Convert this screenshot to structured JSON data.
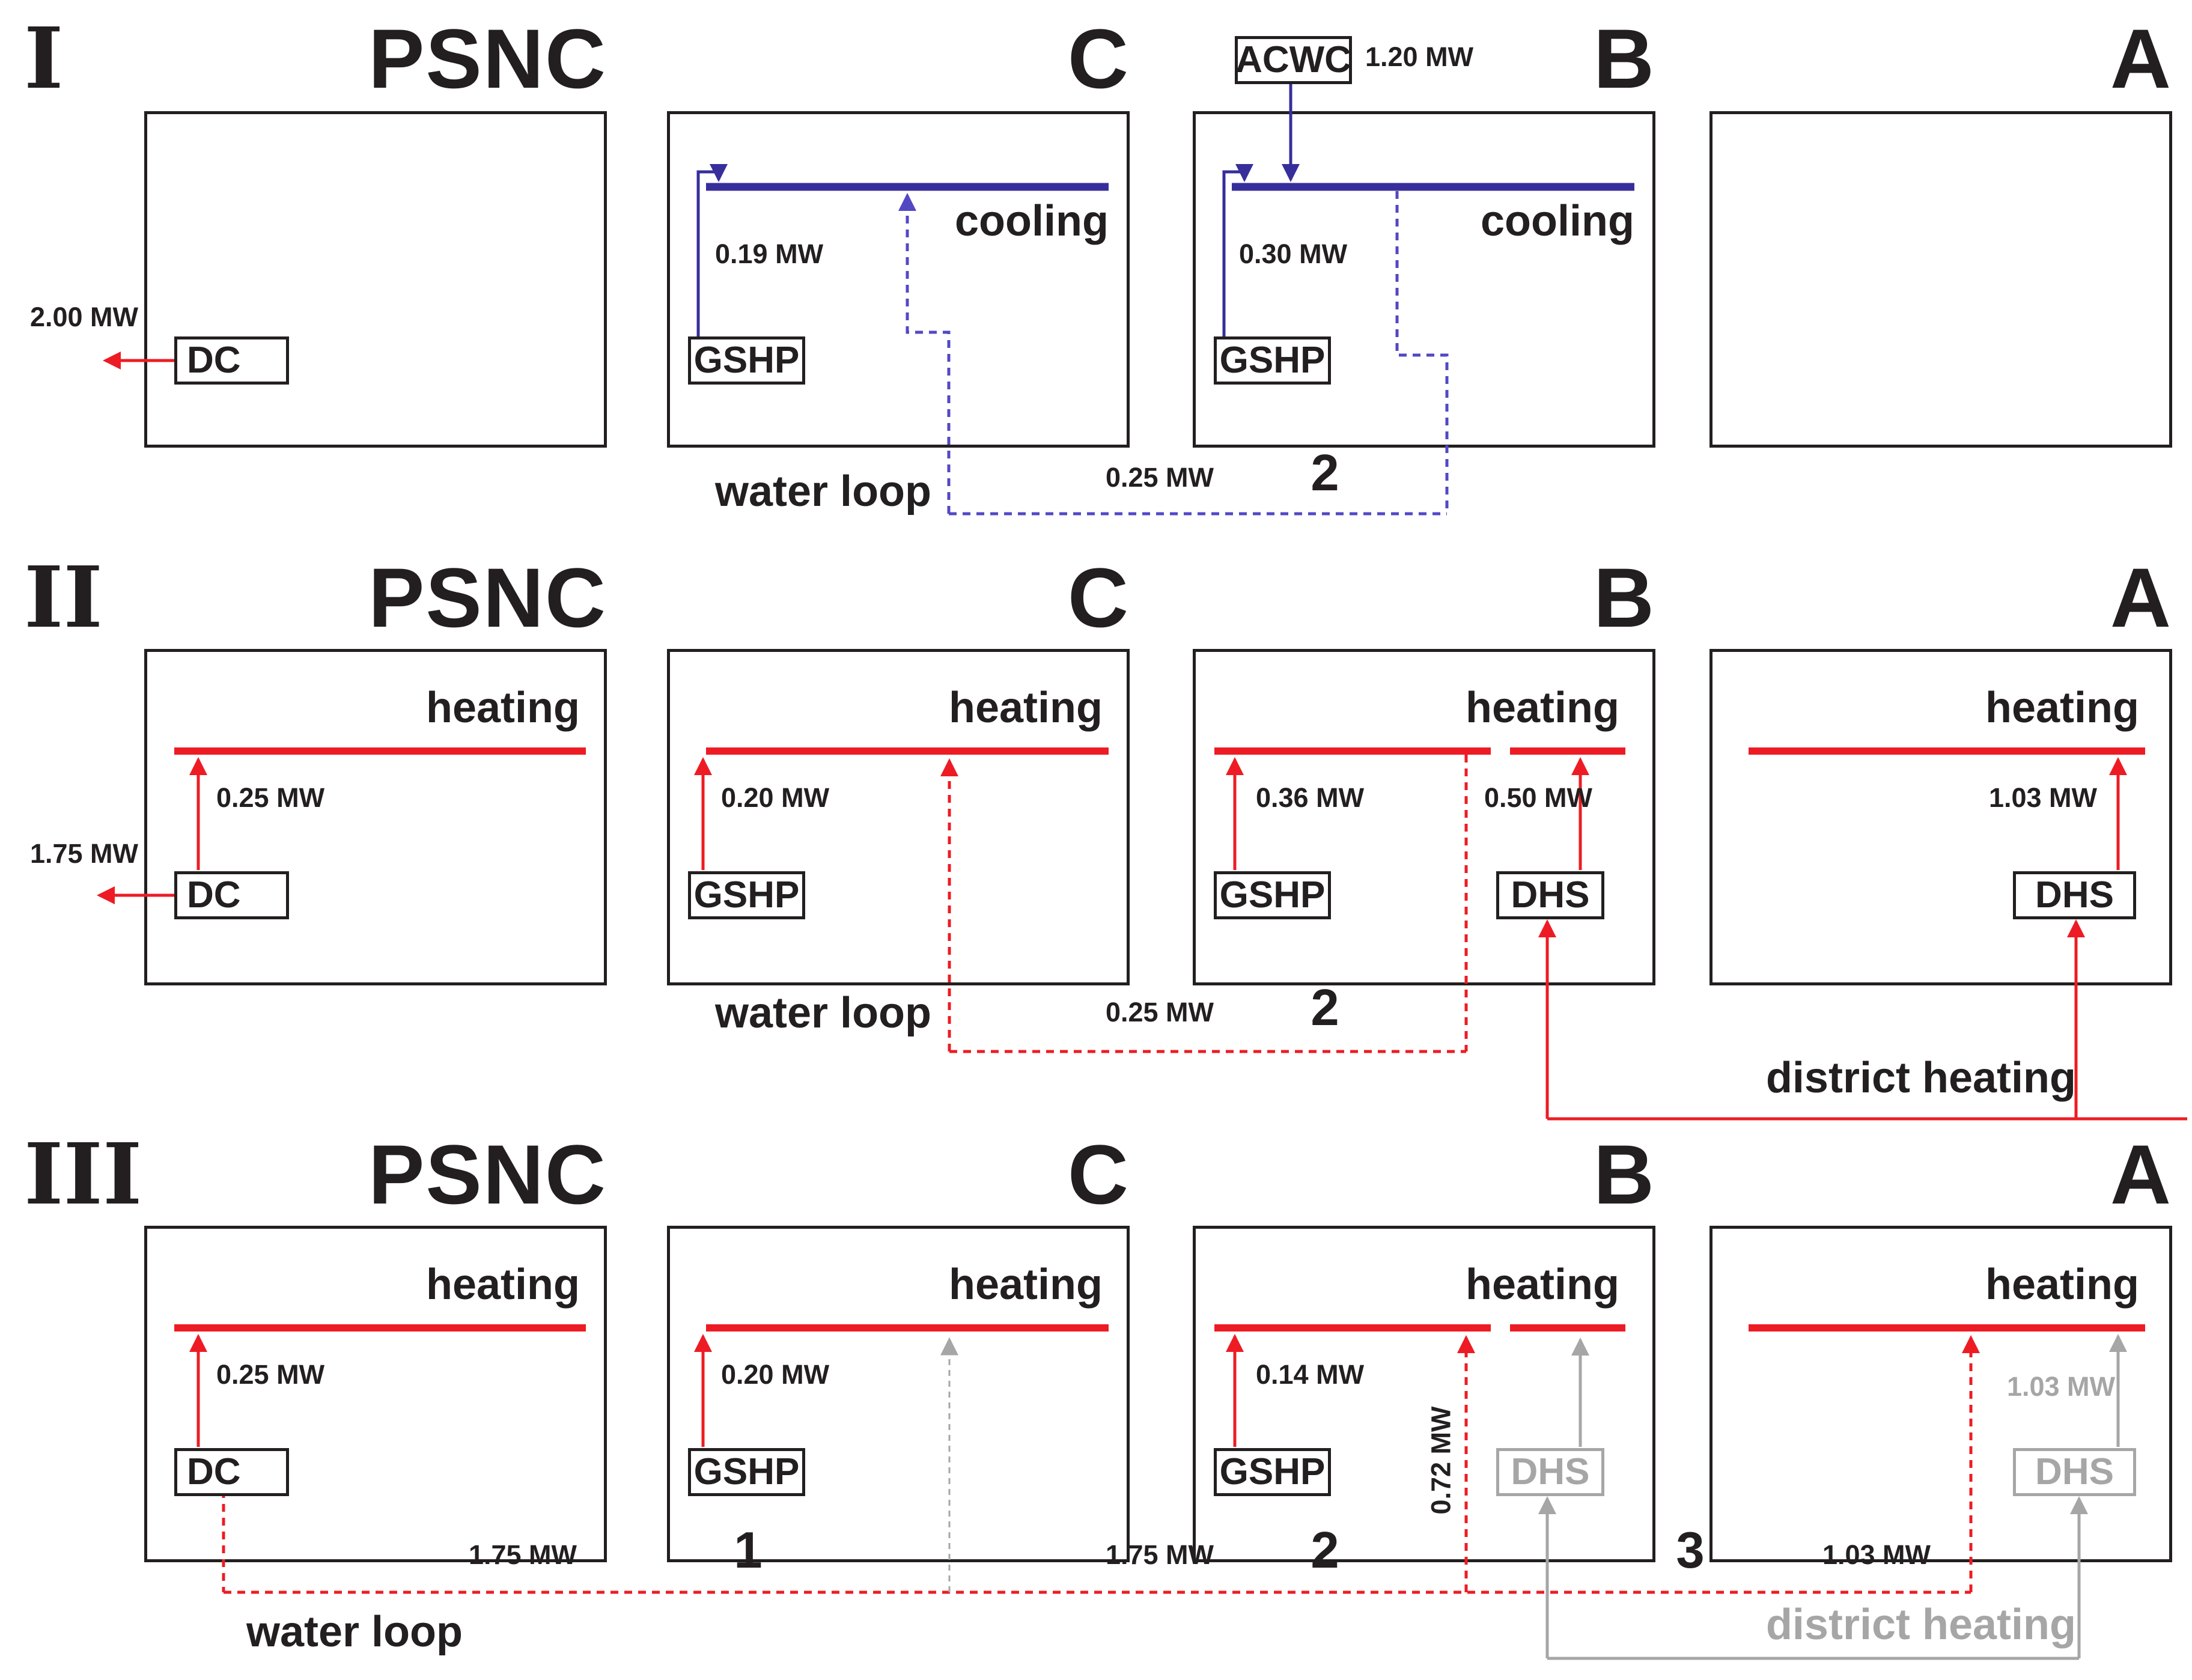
{
  "colors": {
    "ink": "#231f20",
    "heat_red": "#ed1c24",
    "cool_indigo": "#372e9b",
    "cool_dashed": "#5248c4",
    "inactive_gray": "#a6a6a6"
  },
  "scenarios": [
    {
      "numeral": "I",
      "titles": {
        "psnc": "PSNC",
        "c": "C",
        "b": "B",
        "a": "A"
      },
      "psnc": {
        "unit": "DC",
        "export_value": "2.00 MW"
      },
      "c": {
        "bus": "cooling",
        "unit": "GSHP",
        "unit_value": "0.19 MW"
      },
      "b": {
        "bus": "cooling",
        "unit": "GSHP",
        "unit_value": "0.30 MW",
        "acwc_label": "ACWC",
        "acwc_value": "1.20 MW"
      },
      "a": {},
      "loop": {
        "label": "water loop",
        "value": "0.25 MW",
        "segment": "2"
      }
    },
    {
      "numeral": "II",
      "titles": {
        "psnc": "PSNC",
        "c": "C",
        "b": "B",
        "a": "A"
      },
      "psnc": {
        "bus": "heating",
        "unit": "DC",
        "unit_value": "0.25 MW",
        "export_value": "1.75 MW"
      },
      "c": {
        "bus": "heating",
        "unit": "GSHP",
        "unit_value": "0.20 MW"
      },
      "b": {
        "bus": "heating",
        "unit": "GSHP",
        "unit_value": "0.36 MW",
        "dhs_label": "DHS",
        "dhs_value": "0.50 MW"
      },
      "a": {
        "bus": "heating",
        "dhs_label": "DHS",
        "dhs_value": "1.03 MW"
      },
      "loop": {
        "label": "water loop",
        "value": "0.25 MW",
        "segment": "2"
      },
      "district": {
        "label": "district heating"
      }
    },
    {
      "numeral": "III",
      "titles": {
        "psnc": "PSNC",
        "c": "C",
        "b": "B",
        "a": "A"
      },
      "psnc": {
        "bus": "heating",
        "unit": "DC",
        "unit_value": "0.25 MW"
      },
      "c": {
        "bus": "heating",
        "unit": "GSHP",
        "unit_value": "0.20 MW"
      },
      "b": {
        "bus": "heating",
        "unit": "GSHP",
        "unit_value": "0.14 MW",
        "loop_in_value": "0.72 MW",
        "dhs_label": "DHS"
      },
      "a": {
        "bus": "heating",
        "dhs_label": "DHS",
        "dhs_value": "1.03 MW"
      },
      "loop": {
        "label": "water loop",
        "v1": "1.75 MW",
        "n1": "1",
        "v2": "1.75 MW",
        "n2": "2",
        "n3": "3",
        "v3": "1.03 MW"
      },
      "district": {
        "label": "district heating"
      }
    }
  ]
}
